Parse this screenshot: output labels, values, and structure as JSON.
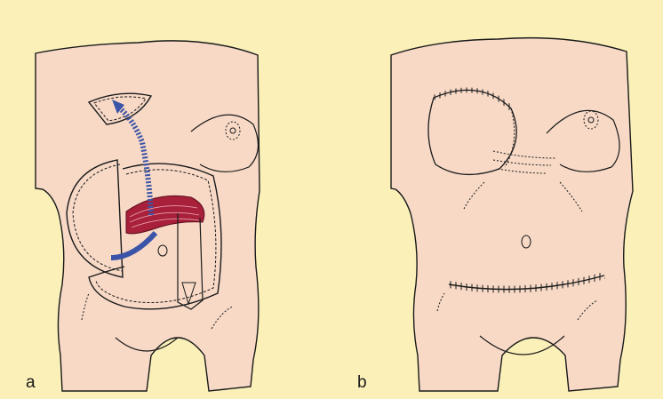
{
  "panels": [
    {
      "id": "a",
      "label": "a"
    },
    {
      "id": "b",
      "label": "b"
    }
  ],
  "colors": {
    "background": "#fbf0b8",
    "skin": "#f7d9c6",
    "outline": "#1a1a1a",
    "flap_arrow": "#3c54a8",
    "muscle": "#a8203a"
  }
}
